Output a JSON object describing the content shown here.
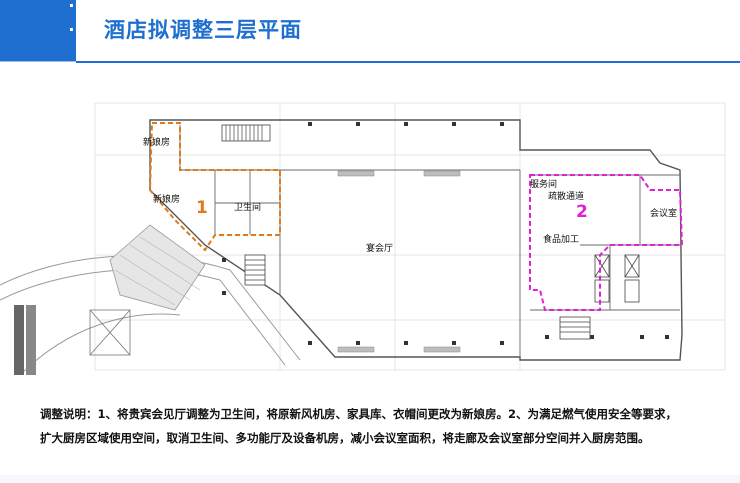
{
  "header": {
    "title": "酒店拟调整三层平面",
    "accent_color": "#1f6fd1"
  },
  "plan": {
    "labels": {
      "bride_room_1": "新娘房",
      "bride_room_2": "新娘房",
      "restroom": "卫生间",
      "banquet_hall": "宴会厅",
      "service_room": "服务间",
      "evacuation_passage": "疏散通道",
      "meeting_room": "会议室",
      "food_processing": "食品加工"
    },
    "zone_markers": {
      "zone_1": "1",
      "zone_2": "2"
    },
    "zone_colors": {
      "zone_1": "#e07a1a",
      "zone_2": "#e020d8"
    }
  },
  "note": {
    "line1": "调整说明：1、将贵宾会见厅调整为卫生间，将原新风机房、家具库、衣帽间更改为新娘房。2、为满足燃气使用安全等要求，",
    "line2": "扩大厨房区域使用空间，取消卫生间、多功能厅及设备机房，减小会议室面积，将走廊及会议室部分空间并入厨房范围。"
  }
}
